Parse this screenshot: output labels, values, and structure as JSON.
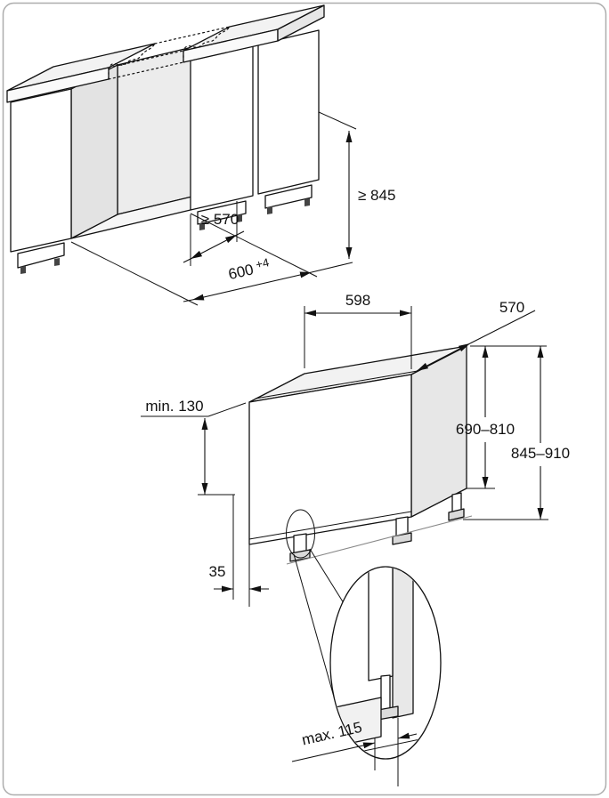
{
  "figure": {
    "title": "Built-under dishwasher installation dimension diagram",
    "views": [
      "kitchen-niche-view",
      "appliance-dimension-view",
      "plinth-detail-view"
    ],
    "units_implied": "mm",
    "line_color": "#111111",
    "top_face_tint": "#f2f2f2",
    "side_face_tint": "#e7e7e7"
  },
  "niche_view": {
    "niche_height": "≥ 845",
    "niche_depth": "≥ 570",
    "niche_width": "600",
    "niche_width_tolerance": "+4"
  },
  "appliance_view": {
    "width": "598",
    "depth": "570",
    "appliance_height": "690–810",
    "overall_height": "845–910",
    "plinth_recess": "min. 130",
    "front_offset": "35",
    "plinth_cutout_max": "max. 115"
  }
}
